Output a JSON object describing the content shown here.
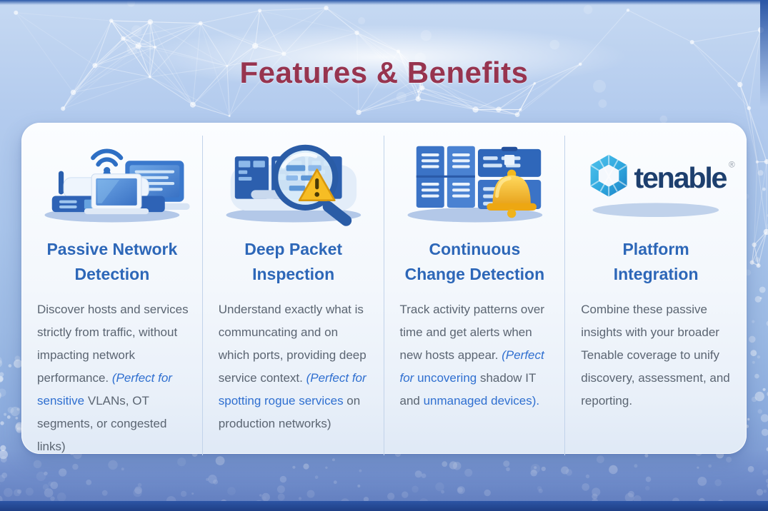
{
  "title": "Features & Benefits",
  "brand": {
    "logo_text": "tenable",
    "registered_mark": "®"
  },
  "colors": {
    "title": "#97344f",
    "heading_blue": "#2d67b8",
    "body_gray": "#5b6572",
    "accent_blue": "#2f6fd0",
    "card_bg": "#f3f7fc",
    "background_blue": "#a8c4ea",
    "warning_yellow": "#f7bd24",
    "bell_gold": "#f5b91e",
    "tenable_cyan": "#2ea7de",
    "tenable_navy": "#1d3f6e"
  },
  "cards": [
    {
      "icon": "network-devices-icon",
      "title_lines": [
        "Passive Network",
        "Detection"
      ],
      "body": {
        "seg1": "Discover hosts and services strictly from traffic, without impacting network performance. ",
        "seg2": "(Perfect for ",
        "seg3": "sensitive ",
        "seg4": "VLANs, OT segments, or congested links)"
      }
    },
    {
      "icon": "packet-inspection-magnifier-icon",
      "title_lines": [
        "Deep Packet",
        "Inspection"
      ],
      "body": {
        "seg1": "Understand exactly what is communcating and on which ports, providing deep service context. ",
        "seg2": "(Perfect for ",
        "seg3": "spotting rogue services ",
        "seg4": "on production networks)"
      }
    },
    {
      "icon": "change-alert-bell-icon",
      "title_lines": [
        "Continuous",
        "Change Detection"
      ],
      "body": {
        "seg1": "Track activity patterns over time and get alerts when new hosts appear. ",
        "seg2": "(Perfect for ",
        "seg3": "uncovering ",
        "seg4": "shadow IT and ",
        "seg5": "unmanaged devices)."
      }
    },
    {
      "icon": "tenable-logo",
      "title_lines": [
        "Platform",
        "Integration"
      ],
      "body": {
        "seg1": "Combine these passive insights with your broader Tenable coverage to unify discovery, assessment, and reporting."
      }
    }
  ]
}
